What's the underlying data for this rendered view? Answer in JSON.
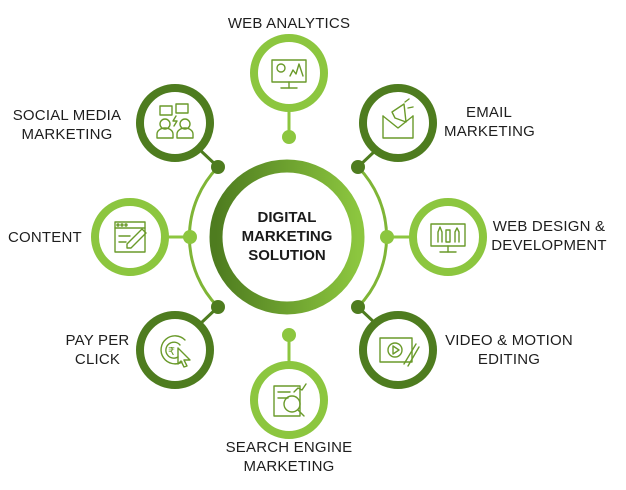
{
  "center": {
    "line1": "DIGITAL",
    "line2": "MARKETING",
    "line3": "SOLUTION"
  },
  "colors": {
    "dark_green": "#4e7c1f",
    "light_green": "#8cc63f",
    "text": "#1e1e1e"
  },
  "nodes": {
    "web_analytics": {
      "line1": "WEB ANALYTICS",
      "icon": "monitor-analytics-icon"
    },
    "email": {
      "line1": "EMAIL",
      "line2": "MARKETING",
      "icon": "email-megaphone-icon"
    },
    "web_design": {
      "line1": "WEB DESIGN &",
      "line2": "DEVELOPMENT",
      "icon": "monitor-design-tools-icon"
    },
    "video": {
      "line1": "VIDEO & MOTION",
      "line2": "EDITING",
      "icon": "video-edit-icon"
    },
    "sem": {
      "line1": "SEARCH ENGINE",
      "line2": "MARKETING",
      "icon": "search-chart-icon"
    },
    "ppc": {
      "line1": "PAY PER",
      "line2": "CLICK",
      "icon": "rupee-click-icon"
    },
    "content": {
      "line1": "CONTENT",
      "icon": "document-pencil-icon"
    },
    "social": {
      "line1": "SOCIAL MEDIA",
      "line2": "MARKETING",
      "icon": "people-chat-icon"
    }
  }
}
